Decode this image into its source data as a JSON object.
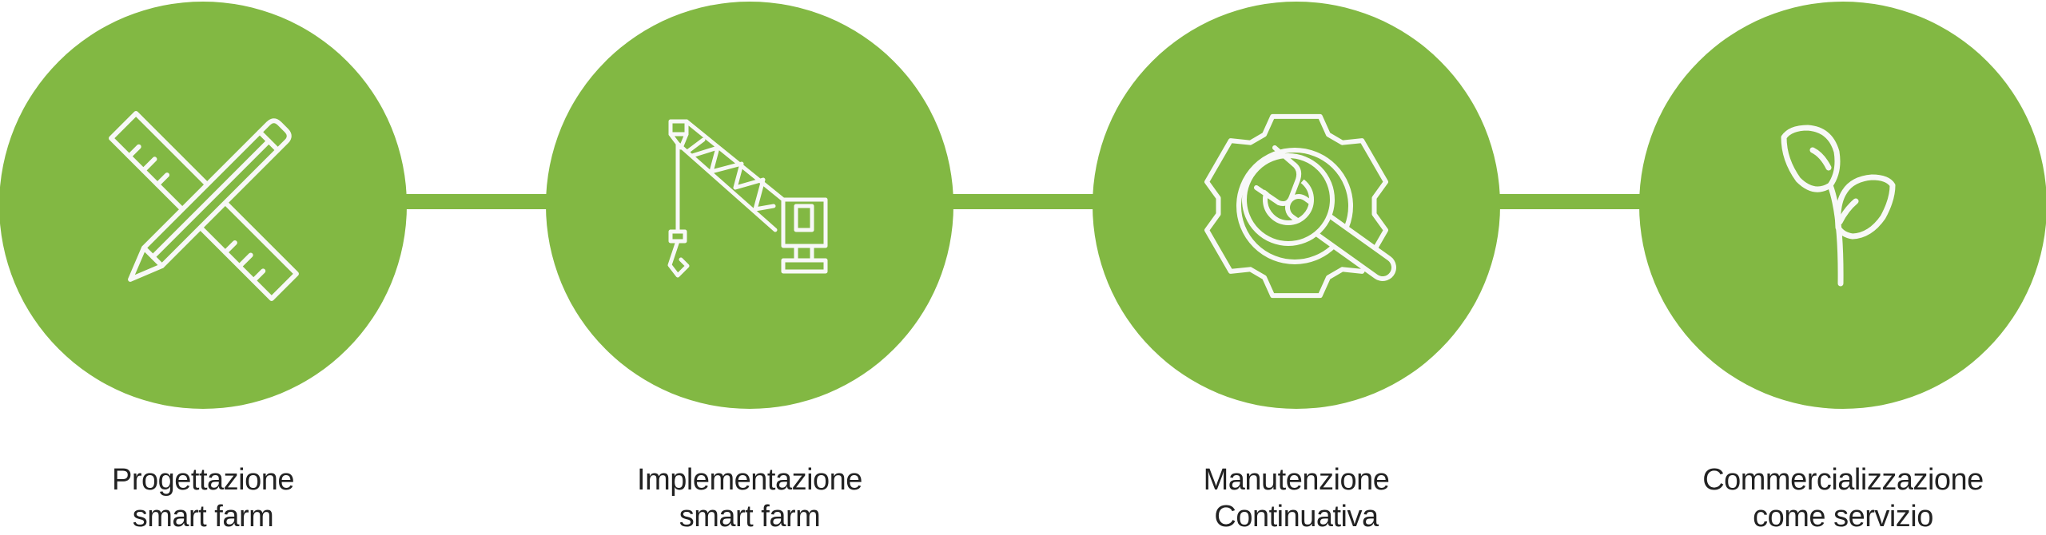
{
  "colors": {
    "accent": "#82b843",
    "icon": "#f8f8f8",
    "text": "#222222"
  },
  "steps": [
    {
      "icon": "ruler-pencil-icon",
      "line1": "Progettazione",
      "line2": "smart farm"
    },
    {
      "icon": "crane-icon",
      "line1": "Implementazione",
      "line2": "smart farm"
    },
    {
      "icon": "gear-wrench-icon",
      "line1": "Manutenzione",
      "line2": "Continuativa"
    },
    {
      "icon": "sprout-icon",
      "line1": "Commercializzazione",
      "line2": "come servizio"
    }
  ]
}
